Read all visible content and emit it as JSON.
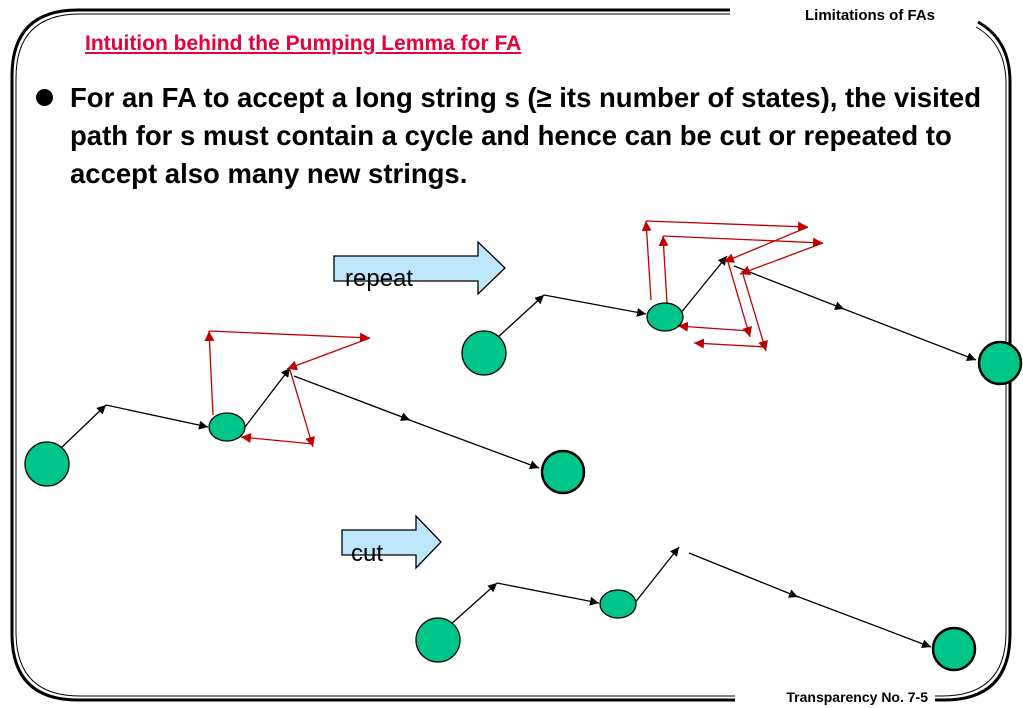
{
  "header": {
    "section": "Limitations of FAs"
  },
  "slide": {
    "title": "Intuition behind the Pumping Lemma for FA",
    "bullet": "For an FA to accept a long string s (≥ its number of states), the visited path for s must contain a cycle and hence can be cut or repeated to accept also many new strings."
  },
  "diagram": {
    "repeat_label": "repeat",
    "cut_label": "cut"
  },
  "footer": {
    "page": "Transparency No. 7-5"
  },
  "colors": {
    "title": "#e8003a",
    "state_fill": "#00c589",
    "cycle_arrow": "#c00000",
    "block_arrow_fill": "#bde6fb"
  }
}
